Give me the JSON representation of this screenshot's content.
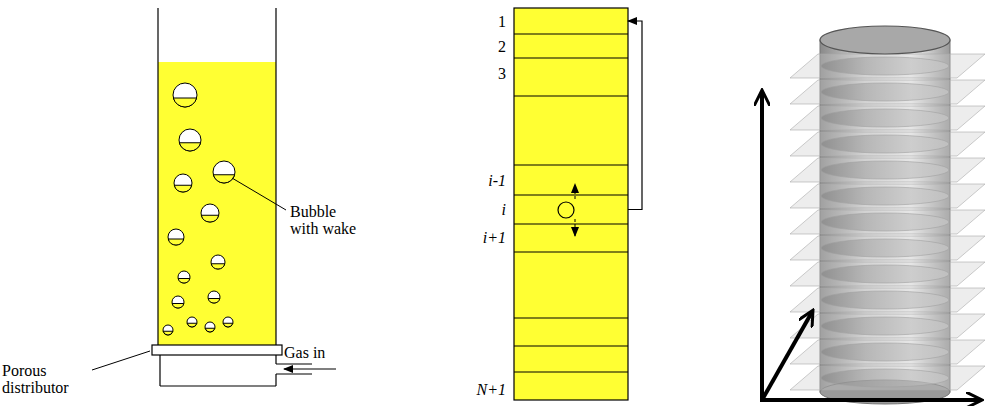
{
  "diagram": {
    "nodes": [
      {
        "text": [
          "1"
        ]
      },
      {
        "text": [
          "2"
        ]
      },
      {
        "text": [
          "3"
        ]
      },
      {
        "text": [
          "i-1"
        ]
      },
      {
        "text": [
          "i"
        ]
      },
      {
        "text": [
          "i+1"
        ]
      },
      {
        "text": [
          "N+1"
        ]
      }
    ],
    "edges": [
      {
        "from": 4,
        "to": 0,
        "arrow": "to"
      }
    ],
    "labels": [
      "Bubble with wake",
      "Porous distributor",
      "Gas in"
    ]
  }
}
